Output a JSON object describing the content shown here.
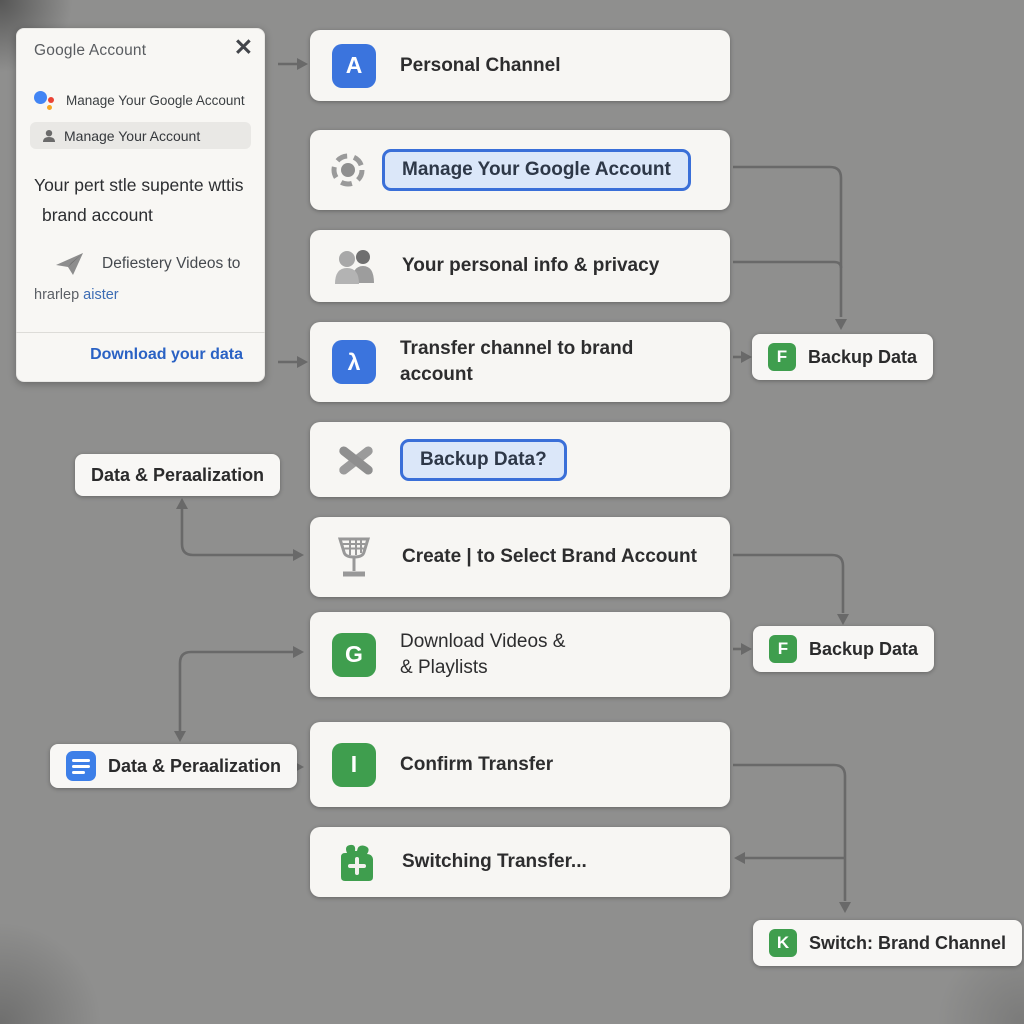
{
  "panel": {
    "title": "Google Account",
    "close_glyph": "✕",
    "manage_google_row": "Manage Your Google Account",
    "manage_account_pill": "Manage Your Account",
    "paragraph_line1": "Your pert stle supente wttis",
    "paragraph_line2": "brand account",
    "delivery_line1": "Defiestery Videos to",
    "delivery_line2_dark": "hrarlep ",
    "delivery_line2_blue": "aister",
    "download_link": "Download your data"
  },
  "main_boxes": {
    "personal_channel": {
      "icon_letter": "A",
      "label": "Personal Channel"
    },
    "manage_google": {
      "pill_label": "Manage Your Google Account"
    },
    "personal_info": {
      "label": "Your personal info & privacy"
    },
    "transfer": {
      "icon_letter": "λ",
      "label_line1": "Transfer channel to brand",
      "label_line2": "account"
    },
    "backup_question": {
      "pill_label": "Backup Data?"
    },
    "create_select": {
      "label": "Create | to Select Brand Account"
    },
    "download_videos": {
      "icon_letter": "G",
      "label_line1": "Download Videos &",
      "label_line2": "& Playlists"
    },
    "confirm_transfer": {
      "icon_letter": "I",
      "label": "Confirm Transfer"
    },
    "switching_transfer": {
      "label": "Switching Transfer..."
    }
  },
  "side_boxes": {
    "backup_data_1": {
      "icon_letter": "F",
      "label": "Backup Data"
    },
    "backup_data_2": {
      "icon_letter": "F",
      "label": "Backup Data"
    },
    "switch_brand": {
      "icon_letter": "K",
      "label": "Switch: Brand Channel"
    },
    "data_personalization_top": {
      "label": "Data & Peraalization"
    },
    "data_personalization_bottom": {
      "label": "Data & Peraalization"
    }
  },
  "colors": {
    "background": "#8f8f8e",
    "card": "#f7f6f3",
    "blue_tile": "#3b74dd",
    "green_tile": "#3f9e4e",
    "pill_border": "#3a6fd8",
    "pill_fill": "#dbe7f9",
    "arrow": "#696969",
    "link_blue": "#2a62c4"
  },
  "edges": [
    {
      "from": "google-account-panel",
      "to": "personal-channel"
    },
    {
      "from": "google-account-panel",
      "to": "transfer-channel"
    },
    {
      "from": "manage-your-google-account",
      "to": "backup-data-1"
    },
    {
      "from": "your-personal-info-privacy",
      "to": "backup-data-1"
    },
    {
      "from": "transfer-channel",
      "to": "backup-data-1"
    },
    {
      "from": "data-personalization-top",
      "to": "create-to-select-brand-account",
      "bidirectional": true
    },
    {
      "from": "create-to-select-brand-account",
      "to": "backup-data-2"
    },
    {
      "from": "download-videos-playlists",
      "to": "backup-data-2"
    },
    {
      "from": "download-videos-playlists",
      "to": "data-personalization-bottom"
    },
    {
      "from": "data-personalization-bottom",
      "to": "confirm-transfer"
    },
    {
      "from": "confirm-transfer",
      "to": "switching-transfer"
    },
    {
      "from": "confirm-transfer",
      "to": "switch-brand-channel"
    }
  ]
}
